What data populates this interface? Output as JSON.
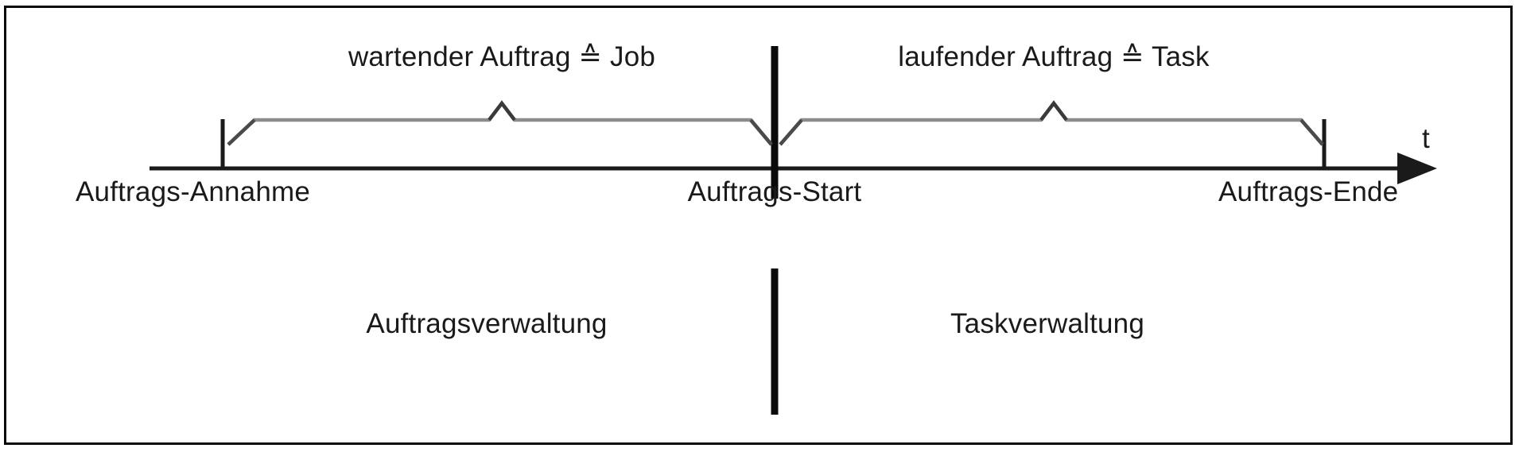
{
  "diagram": {
    "title_absent": "",
    "axis": {
      "label": "t",
      "icon": "arrow-right-icon"
    },
    "brace_labels": {
      "left": "wartender Auftrag ≙ Job",
      "right": "laufender Auftrag ≙  Task"
    },
    "event_labels": {
      "start_of_acceptance": "Auftrags-Annahme",
      "job_start": "Auftrags-Start",
      "job_end": "Auftrags-Ende"
    },
    "zone_labels": {
      "left": "Auftragsverwaltung",
      "right": "Taskverwaltung"
    },
    "colors": {
      "stroke": "#1a1a1a",
      "brace": "#8c8c8c",
      "frame": "#0a0a0a",
      "text": "#1a1a1a",
      "background": "#ffffff"
    }
  }
}
